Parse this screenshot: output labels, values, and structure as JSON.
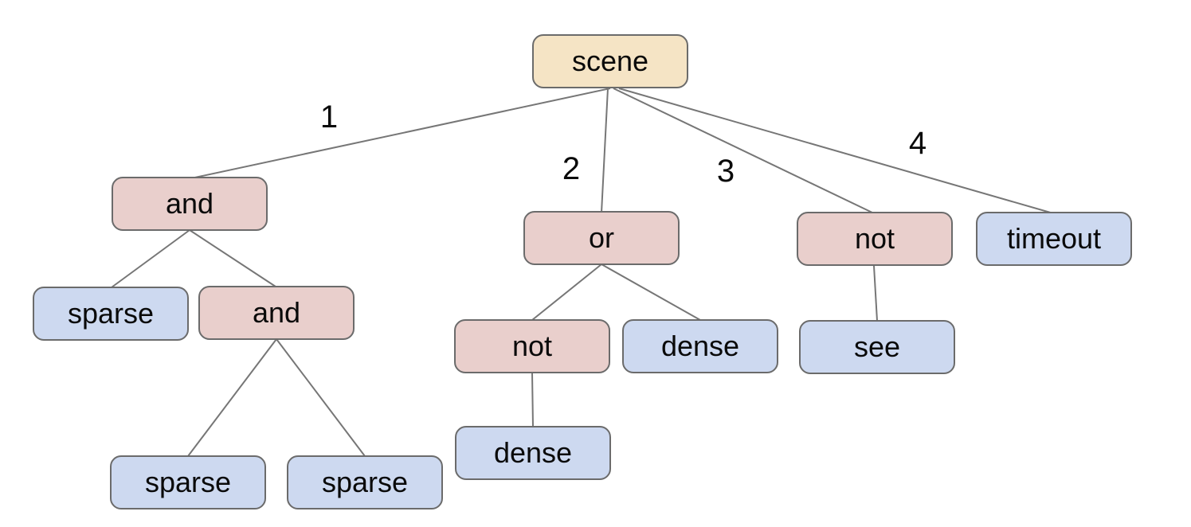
{
  "diagram": {
    "colors": {
      "page_bg": "#ffffff",
      "root_fill": "#f5e4c5",
      "operator_fill": "#e9cfcc",
      "leaf_fill": "#cdd9f0",
      "node_border": "#6b6b6b",
      "edge_stroke": "#767676",
      "text": "#0a0a0a"
    },
    "nodes": {
      "scene": {
        "label": "scene",
        "role": "root"
      },
      "and1": {
        "label": "and",
        "role": "operator"
      },
      "or1": {
        "label": "or",
        "role": "operator"
      },
      "not1": {
        "label": "not",
        "role": "operator"
      },
      "timeout1": {
        "label": "timeout",
        "role": "leaf"
      },
      "sparse1": {
        "label": "sparse",
        "role": "leaf"
      },
      "and2": {
        "label": "and",
        "role": "operator"
      },
      "not2": {
        "label": "not",
        "role": "operator"
      },
      "dense1": {
        "label": "dense",
        "role": "leaf"
      },
      "see1": {
        "label": "see",
        "role": "leaf"
      },
      "dense2": {
        "label": "dense",
        "role": "leaf"
      },
      "sparse2": {
        "label": "sparse",
        "role": "leaf"
      },
      "sparse3": {
        "label": "sparse",
        "role": "leaf"
      }
    },
    "edge_labels": {
      "e1": "1",
      "e2": "2",
      "e3": "3",
      "e4": "4"
    },
    "tree_structure": {
      "root": "scene",
      "children": [
        {
          "edge_label": "1",
          "node": "and",
          "children": [
            {
              "node": "sparse"
            },
            {
              "node": "and",
              "children": [
                {
                  "node": "sparse"
                },
                {
                  "node": "sparse"
                }
              ]
            }
          ]
        },
        {
          "edge_label": "2",
          "node": "or",
          "children": [
            {
              "node": "not",
              "children": [
                {
                  "node": "dense"
                }
              ]
            },
            {
              "node": "dense"
            }
          ]
        },
        {
          "edge_label": "3",
          "node": "not",
          "children": [
            {
              "node": "see"
            }
          ]
        },
        {
          "edge_label": "4",
          "node": "timeout"
        }
      ]
    }
  }
}
